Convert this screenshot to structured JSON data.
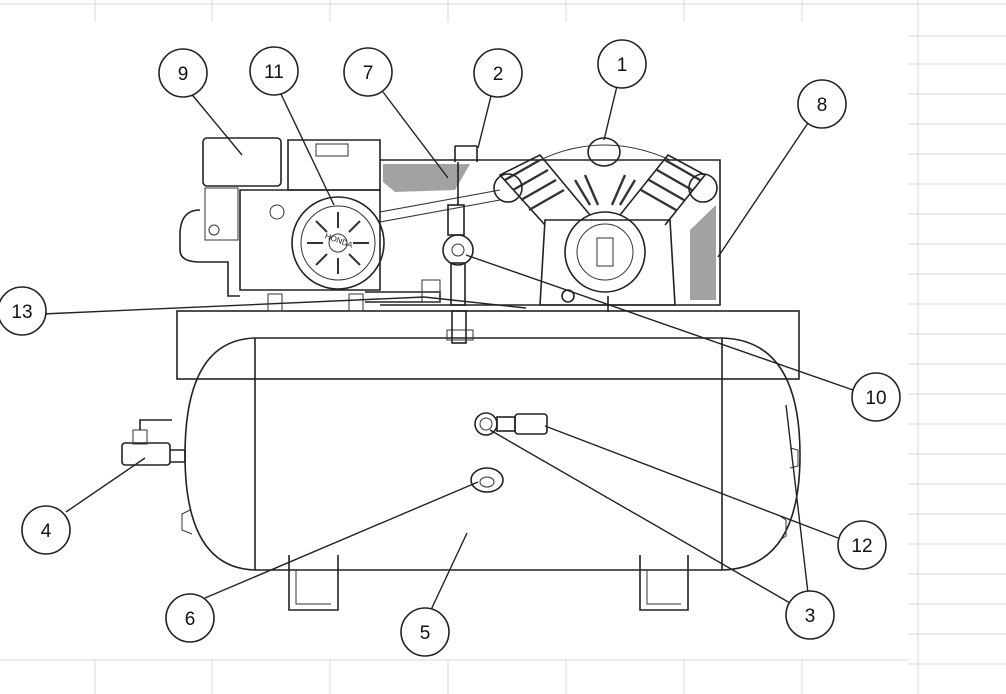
{
  "diagram": {
    "callouts": [
      {
        "id": "c1",
        "number": "1"
      },
      {
        "id": "c2",
        "number": "2"
      },
      {
        "id": "c3",
        "number": "3"
      },
      {
        "id": "c4",
        "number": "4"
      },
      {
        "id": "c5",
        "number": "5"
      },
      {
        "id": "c6",
        "number": "6"
      },
      {
        "id": "c7",
        "number": "7"
      },
      {
        "id": "c8",
        "number": "8"
      },
      {
        "id": "c9",
        "number": "9"
      },
      {
        "id": "c10",
        "number": "10"
      },
      {
        "id": "c11",
        "number": "11"
      },
      {
        "id": "c12",
        "number": "12"
      },
      {
        "id": "c13",
        "number": "13"
      }
    ],
    "engine_brand": "HONDA"
  }
}
